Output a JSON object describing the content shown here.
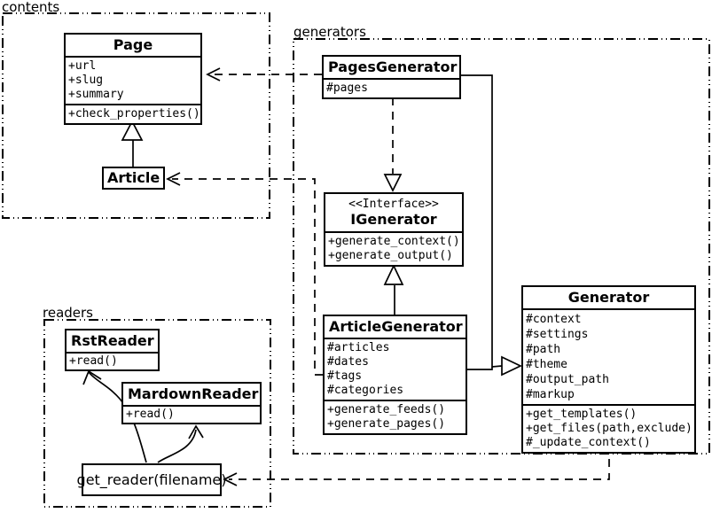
{
  "diagram": {
    "type": "uml-class-diagram",
    "colors": {
      "stroke": "#000000",
      "fill": "#ffffff"
    }
  },
  "packages": {
    "contents": {
      "label": "contents"
    },
    "generators": {
      "label": "generators"
    },
    "readers": {
      "label": "readers"
    }
  },
  "classes": {
    "page": {
      "name": "Page",
      "attributes": [
        "+url",
        "+slug",
        "+summary"
      ],
      "methods": [
        "+check_properties()"
      ]
    },
    "article": {
      "name": "Article"
    },
    "pages_generator": {
      "name": "PagesGenerator",
      "attributes": [
        "#pages"
      ]
    },
    "igenerator": {
      "stereotype": "<<Interface>>",
      "name": "IGenerator",
      "methods": [
        "+generate_context()",
        "+generate_output()"
      ]
    },
    "article_generator": {
      "name": "ArticleGenerator",
      "attributes": [
        "#articles",
        "#dates",
        "#tags",
        "#categories"
      ],
      "methods": [
        "+generate_feeds()",
        "+generate_pages()"
      ]
    },
    "generator": {
      "name": "Generator",
      "attributes": [
        "#context",
        "#settings",
        "#path",
        "#theme",
        "#output_path",
        "#markup"
      ],
      "methods": [
        "+get_templates()",
        "+get_files(path,exclude)",
        "#_update_context()"
      ]
    },
    "rst_reader": {
      "name": "RstReader",
      "methods": [
        "+read()"
      ]
    },
    "mardown_reader": {
      "name": "MardownReader",
      "methods": [
        "+read()"
      ]
    },
    "get_reader": {
      "name": "get_reader(filename)"
    }
  },
  "relationships": [
    {
      "from": "Article",
      "to": "Page",
      "type": "inheritance"
    },
    {
      "from": "PagesGenerator",
      "to": "Page",
      "type": "dependency"
    },
    {
      "from": "PagesGenerator",
      "to": "IGenerator",
      "type": "realization"
    },
    {
      "from": "ArticleGenerator",
      "to": "IGenerator",
      "type": "inheritance"
    },
    {
      "from": "ArticleGenerator",
      "to": "Article",
      "type": "dependency"
    },
    {
      "from": "PagesGenerator",
      "to": "Generator",
      "type": "inheritance"
    },
    {
      "from": "ArticleGenerator",
      "to": "Generator",
      "type": "inheritance"
    },
    {
      "from": "Generator",
      "to": "get_reader(filename)",
      "type": "dependency"
    },
    {
      "from": "get_reader(filename)",
      "to": "RstReader",
      "type": "arrow"
    },
    {
      "from": "get_reader(filename)",
      "to": "MardownReader",
      "type": "arrow"
    }
  ]
}
